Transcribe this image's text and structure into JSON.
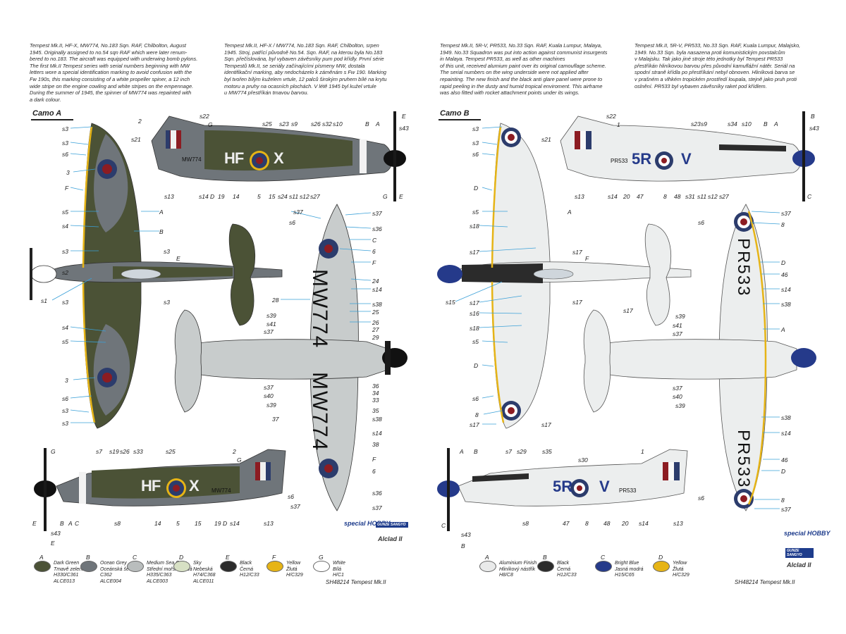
{
  "left_page": {
    "heading": "Camo A",
    "text_en": "Tempest Mk.II, HF-X, MW774, No.183 Sqn. RAF, Chilbolton, August\n1945. Originally assigned to no.54 sqn RAF which were later renum-\nbered to no.183. The aircraft was equipped with underwing bomb pylons.\nThe first Mk.II Tempest series with serial numbers beginning with MW\nletters wore a special identification marking to avoid confusion with the\nFw 190s, this marking consisting of a white propeller spiner, a 12 inch\nwide stripe on the engine cowling and white stripes on the empennage.\nDuring the summer of 1945, the spinner of MW774 was repainted with\na dark colour.",
    "text_cz": "Tempest Mk.II, HF-X / MW774, No.183 Sqn. RAF, Chilbolton, srpen\n1945. Stroj, patřící původně No.54. Sqn. RAF, na kterou byla No.183\nSqn. přečíslována, byl vybaven závěsníky pum pod křídly. První série\nTempestů Mk.II, se seriály začínajícími písmeny MW, dostala\nidentifikační marking, aby nedocházelo k záměnám s Fw 190. Marking\nbyl tvořen bílým kuželem vrtule, 12 palců širokým pruhem bílé na krytu\nmotoru a pruhy na ocasních plochách. V létě 1945 byl kužel vrtule\nu MW774 přestříkán tmavou barvou.",
    "side_markings": {
      "code": "HF",
      "letter": "X",
      "serial": "MW774"
    },
    "under_serial": "MW774",
    "callouts_top": [
      "s22",
      "2",
      "G",
      "s21",
      "s25",
      "s23",
      "s9",
      "s26",
      "s32",
      "s10",
      "B",
      "A",
      "E",
      "s43",
      "s13",
      "s14",
      "D",
      "19",
      "14",
      "5",
      "15",
      "s24",
      "s11",
      "s12",
      "s27",
      "G",
      "E"
    ],
    "callouts_plan": [
      "s3",
      "s3",
      "s6",
      "3",
      "F",
      "s5",
      "s4",
      "s3",
      "s2",
      "s3",
      "s4",
      "s5",
      "s1",
      "3",
      "s6",
      "s3",
      "s3",
      "A",
      "B",
      "s3",
      "E",
      "s3"
    ],
    "callouts_under": [
      "s37",
      "s6",
      "s37",
      "s36",
      "C",
      "6",
      "F",
      "24",
      "s14",
      "28",
      "s38",
      "25",
      "26",
      "27",
      "29",
      "s39",
      "s41",
      "s37",
      "36",
      "34",
      "33",
      "s37",
      "s40",
      "s39",
      "35",
      "s38",
      "37",
      "s14",
      "38",
      "F",
      "6",
      "s36",
      "s37",
      "s6",
      "s37"
    ],
    "callouts_bottom": [
      "G",
      "s7",
      "s19",
      "s26",
      "s33",
      "s25",
      "2",
      "G",
      "B",
      "A",
      "C",
      "s8",
      "14",
      "5",
      "15",
      "19",
      "D",
      "s14",
      "s13",
      "E",
      "s43",
      "E"
    ],
    "colours": [
      {
        "letter": "A",
        "name_en": "Dark Green",
        "name_cz": "Tmavě zelená",
        "codes": "H330/C361",
        "alclad": "ALCE013",
        "hex": "#4b5236"
      },
      {
        "letter": "B",
        "name_en": "Ocean Grey",
        "name_cz": "Oceánská šedá",
        "codes": "C362",
        "alclad": "ALCE004",
        "hex": "#6f757a"
      },
      {
        "letter": "C",
        "name_en": "Medium Sea Grey",
        "name_cz": "Střední mořská šedá",
        "codes": "H335/C363",
        "alclad": "ALCE003",
        "hex": "#b9bdbd"
      },
      {
        "letter": "D",
        "name_en": "Sky",
        "name_cz": "Nebeská",
        "codes": "H74/C368",
        "alclad": "ALCE011",
        "hex": "#d7e0c4"
      },
      {
        "letter": "E",
        "name_en": "Black",
        "name_cz": "Černá",
        "codes": "H12/C33",
        "alclad": "",
        "hex": "#2b2b2b"
      },
      {
        "letter": "F",
        "name_en": "Yellow",
        "name_cz": "Žlutá",
        "codes": "H/C329",
        "alclad": "",
        "hex": "#e6b416"
      },
      {
        "letter": "G",
        "name_en": "White",
        "name_cz": "Bílá",
        "codes": "H/C1",
        "alclad": "",
        "hex": "#ffffff"
      }
    ],
    "footer": "SH48214  Tempest Mk.II"
  },
  "right_page": {
    "heading": "Camo B",
    "text_en": "Tempest Mk.II, 5R-V, PR533, No.33 Sqn. RAF, Kuala Lumpur, Malaya,\n1949. No.33 Squadron was put into action against communist insurgents\nin Malaya. Tempest PR533, as well as other machines\nof this unit, received alumium paint over its original camouflage scheme.\nThe serial numbers on the wing underside were not applied after\nrepainting. The new finish and the black anti glare panel were prone to\nrapid peeling in the dusty and humid tropical enviroment. This airframe\nwas also fitted with rocket attachment points under its wings.",
    "text_cz": "Tempest Mk.II, 5R-V, PR533, No.33 Sqn. RAF, Kuala Lumpur, Malajsko,\n1949. No.33 Sqn. byla nasazena proti komunistickým povstalcům\nv Malajsku. Tak jako jiné stroje této jednotky byl Tempest PR533\npřestříkán hliníkovou barvou přes původní kamuflážní nátěr. Seriál na\nspodní straně křídla po přestříkání nebyl obnoven. Hliníková barva se\nv prašném a vlhkém tropickém prostředí loupala, stejně jako pruh proti\noslnění. PR533 byl vybaven závěsníky raket pod křídlem.",
    "side_markings": {
      "code": "5R",
      "letter": "V",
      "serial": "PR533"
    },
    "under_serial": "PR533",
    "callouts_top": [
      "s22",
      "1",
      "s21",
      "s23",
      "s9",
      "s34",
      "s10",
      "B",
      "A",
      "B",
      "s43",
      "s13",
      "s14",
      "20",
      "47",
      "8",
      "48",
      "s31",
      "s11",
      "s12",
      "s27",
      "C"
    ],
    "callouts_plan": [
      "s3",
      "s3",
      "s6",
      "D",
      "s5",
      "s18",
      "s17",
      "s15",
      "s17",
      "s16",
      "s18",
      "s5",
      "D",
      "s6",
      "8",
      "s17",
      "s17",
      "A",
      "s17",
      "F",
      "s17",
      "s17"
    ],
    "callouts_under": [
      "s37",
      "8",
      "s6",
      "D",
      "46",
      "s14",
      "s38",
      "s39",
      "s41",
      "s37",
      "A",
      "s37",
      "s40",
      "s39",
      "s38",
      "s14",
      "46",
      "D",
      "s6",
      "8",
      "s37"
    ],
    "callouts_bottom": [
      "A",
      "B",
      "s7",
      "s29",
      "s35",
      "s30",
      "1",
      "C",
      "s43",
      "B",
      "s8",
      "47",
      "8",
      "48",
      "20",
      "s14",
      "s13"
    ],
    "colours": [
      {
        "letter": "A",
        "name_en": "Aluminium Finish",
        "name_cz": "Hliníkový nástřik",
        "codes": "H8/C8",
        "alclad": "",
        "hex": "#e9eaea"
      },
      {
        "letter": "B",
        "name_en": "Black",
        "name_cz": "Černá",
        "codes": "H12/C33",
        "alclad": "",
        "hex": "#2b2b2b"
      },
      {
        "letter": "C",
        "name_en": "Bright Blue",
        "name_cz": "Jasná modrá",
        "codes": "H15/C65",
        "alclad": "",
        "hex": "#253a8a"
      },
      {
        "letter": "D",
        "name_en": "Yellow",
        "name_cz": "Žlutá",
        "codes": "H/C329",
        "alclad": "",
        "hex": "#e6b416"
      }
    ],
    "footer": "SH48214  Tempest Mk.II"
  },
  "logos": {
    "special_hobby": "special HOBBY",
    "gunze": "GUNZE SANGYO",
    "alclad": "Alclad II"
  },
  "palette": {
    "green": "#4b5236",
    "grey": "#6f757a",
    "under": "#c8cccc",
    "alu": "#eceeee",
    "blue": "#253a8a",
    "roundel_red": "#8c1c22",
    "roundel_blue": "#2c3c6c",
    "leader_blue": "#3aa0d8"
  }
}
